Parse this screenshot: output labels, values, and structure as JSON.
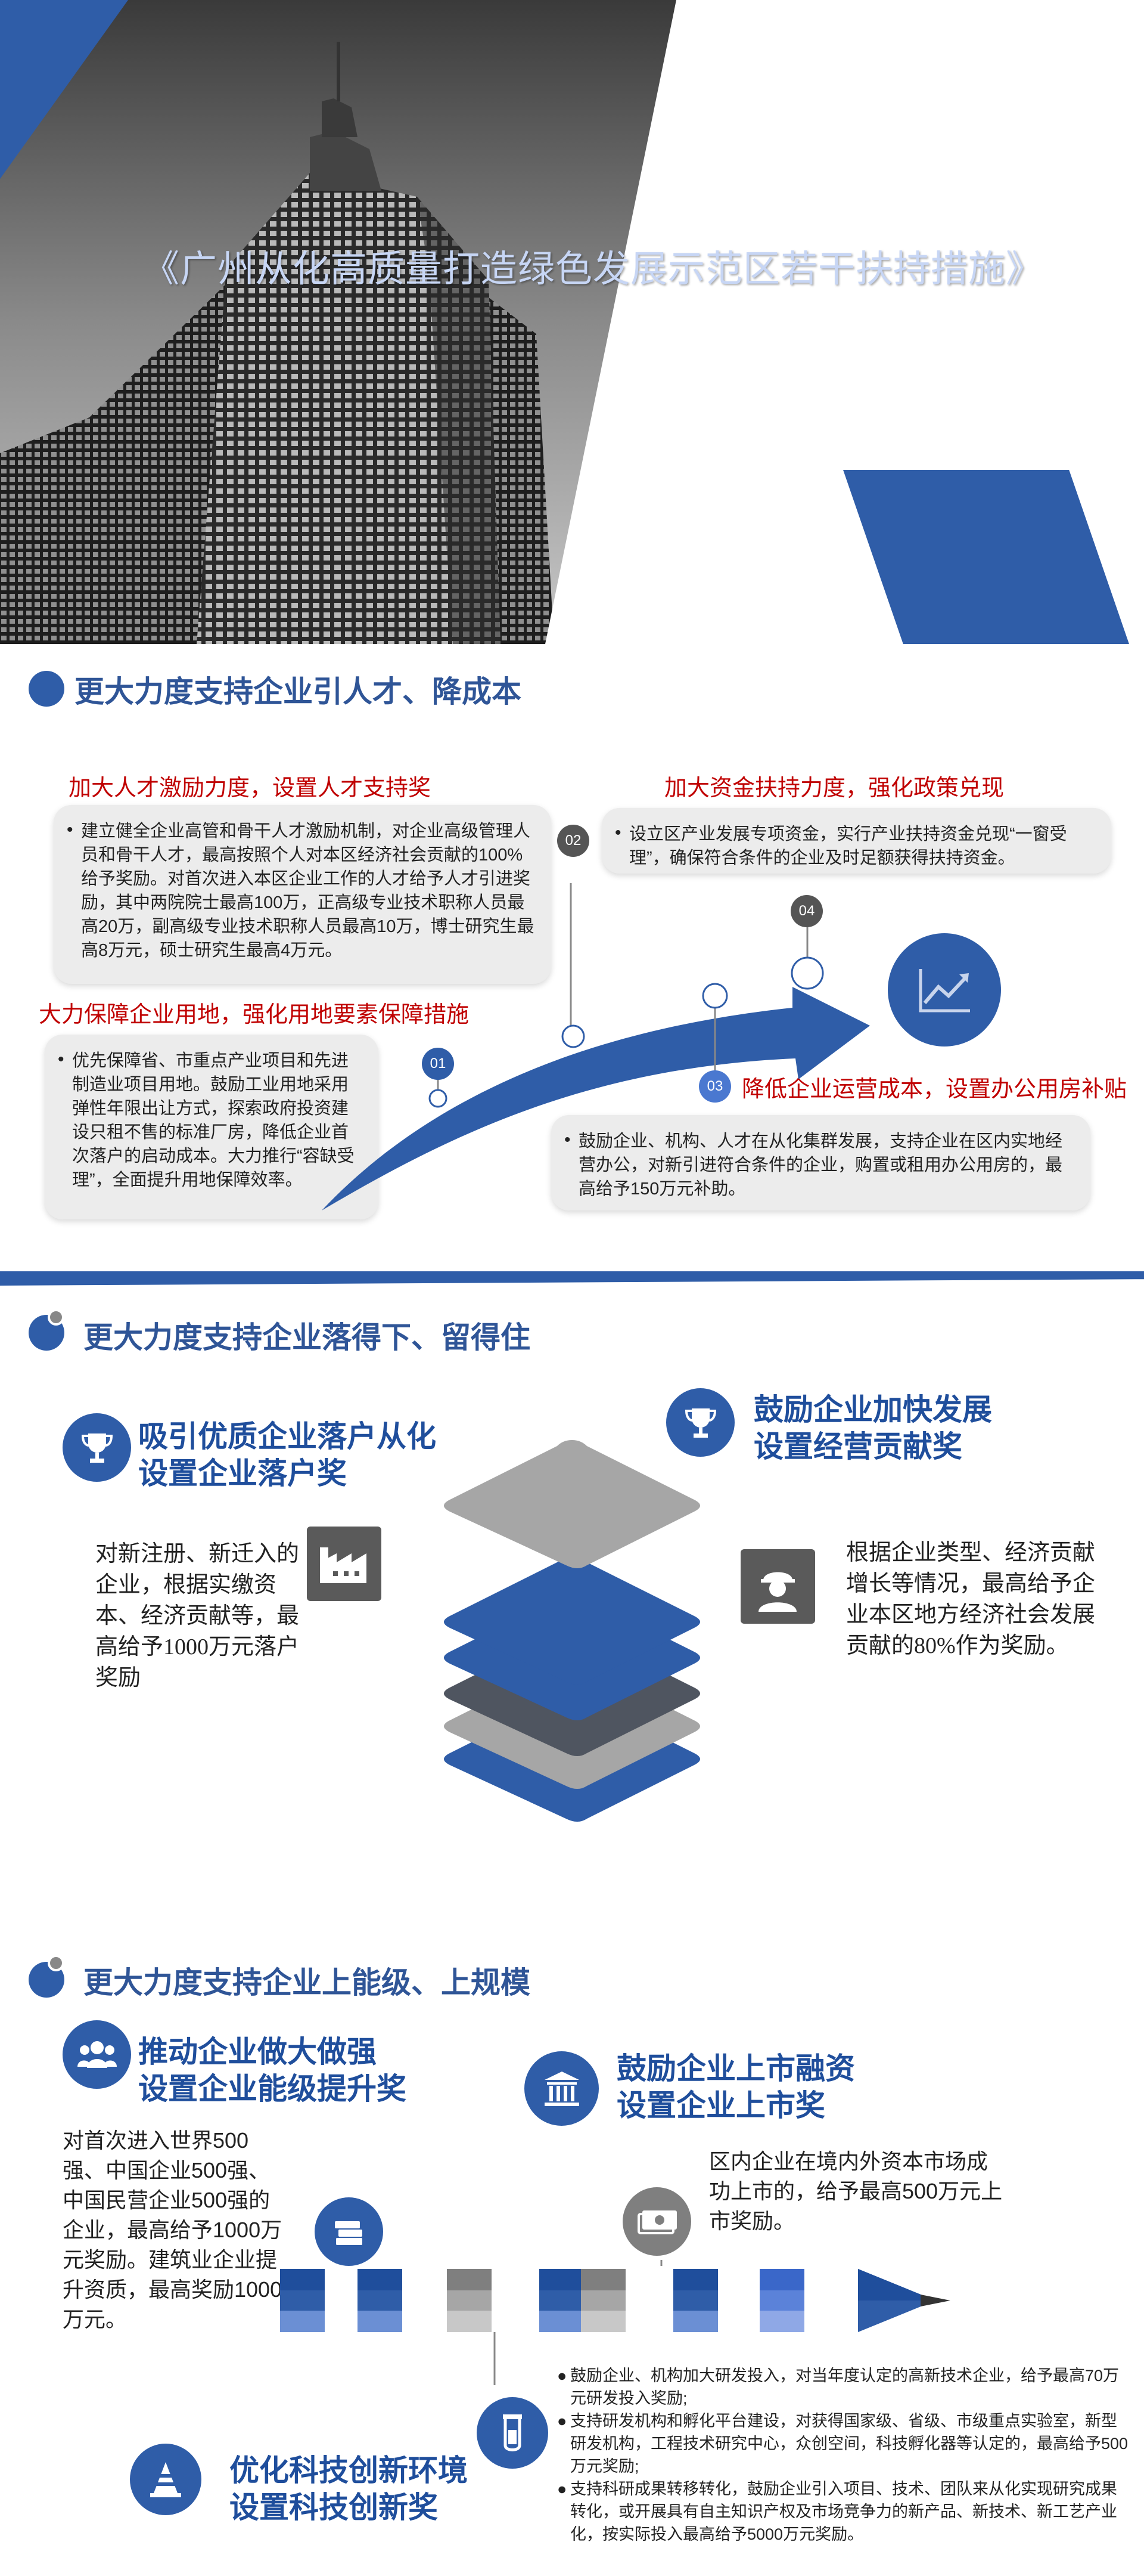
{
  "header": {
    "title": "《广州从化高质量打造绿色发展示范区若干扶持措施》"
  },
  "section1": {
    "title": "更大力度支持企业引人才、降成本",
    "items": [
      {
        "num": "01",
        "heading": "大力保障企业用地，强化用地要素保障措施",
        "text": "优先保障省、市重点产业项目和先进制造业项目用地。鼓励工业用地采用弹性年限出让方式，探索政府投资建设只租不售的标准厂房，降低企业首次落户的启动成本。大力推行“容缺受理”，全面提升用地保障效率。"
      },
      {
        "num": "02",
        "heading": "加大人才激励力度，设置人才支持奖",
        "text": "建立健全企业高管和骨干人才激励机制，对企业高级管理人员和骨干人才，最高按照个人对本区经济社会贡献的100%给予奖励。对首次进入本区企业工作的人才给予人才引进奖励，其中两院院士最高100万，正高级专业技术职称人员最高20万，副高级专业技术职称人员最高10万，博士研究生最高8万元，硕士研究生最高4万元。"
      },
      {
        "num": "03",
        "heading": "降低企业运营成本，设置办公用房补贴",
        "text": "鼓励企业、机构、人才在从化集群发展，支持企业在区内实地经营办公，对新引进符合条件的企业，购置或租用办公用房的，最高给予150万元补助。"
      },
      {
        "num": "04",
        "heading": "加大资金扶持力度，强化政策兑现",
        "text": "设立区产业发展专项资金，实行产业扶持资金兑现“一窗受理”，确保符合条件的企业及时足额获得扶持资金。"
      }
    ],
    "icon": "trend-chart-icon"
  },
  "section2": {
    "title": "更大力度支持企业落得下、留得住",
    "left": {
      "heading_line1": "吸引优质企业落户从化",
      "heading_line2": "设置企业落户奖",
      "text": "对新注册、新迁入的企业，根据实缴资本、经济贡献等，最高给予1000万元落户奖励",
      "icon": "trophy-icon",
      "side_icon": "factory-icon"
    },
    "right": {
      "heading_line1": "鼓励企业加快发展",
      "heading_line2": "设置经营贡献奖",
      "text": "根据企业类型、经济贡献增长等情况，最高给予企业本区地方经济社会发展贡献的80%作为奖励。",
      "icon": "trophy-icon",
      "side_icon": "worker-icon"
    }
  },
  "section3": {
    "title": "更大力度支持企业上能级、上规模",
    "a": {
      "heading_line1": "推动企业做大做强",
      "heading_line2": "设置企业能级提升奖",
      "text": "对首次进入世界500强、中国企业500强、中国民营企业500强的企业，最高给予1000万元奖励。建筑业企业提升资质，最高奖励1000万元。",
      "icon": "group-icon"
    },
    "b": {
      "heading_line1": "鼓励企业上市融资",
      "heading_line2": "设置企业上市奖",
      "text": "区内企业在境内外资本市场成功上市的，给予最高500万元上市奖励。",
      "icon": "building-icon"
    },
    "c": {
      "heading_line1": "优化科技创新环境",
      "heading_line2": "设置科技创新奖",
      "icon": "cone-icon",
      "bullets": [
        "鼓励企业、机构加大研发投入，对当年度认定的高新技术企业，给予最高70万元研发投入奖励;",
        "支持研发机构和孵化平台建设，对获得国家级、省级、市级重点实验室，新型研发机构，工程技术研究中心，众创空间，科技孵化器等认定的，最高给予500万元奖励;",
        "支持科研成果转移转化，鼓励企业引入项目、技术、团队来从化实现研究成果转化，或开展具有自主知识产权及市场竞争力的新产品、新技术、新工艺产业化，按实际投入最高给予5000万元奖励。"
      ]
    },
    "pencil_icons": [
      "books-icon",
      "money-icon",
      "lab-icon"
    ]
  },
  "colors": {
    "primary": "#2f5da8",
    "accent_red": "#c00000",
    "dark_gray": "#555555"
  }
}
